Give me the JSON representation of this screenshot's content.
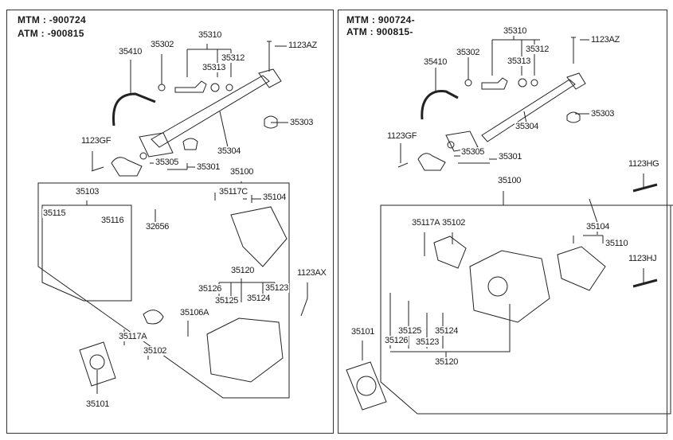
{
  "left_panel": {
    "mtm": "MTM : -900724",
    "atm": "ATM : -900815",
    "parts": {
      "p35410": "35410",
      "p35302": "35302",
      "p35310": "35310",
      "p35312": "35312",
      "p35313": "35313",
      "p1123AZ": "1123AZ",
      "p35303": "35303",
      "p1123GF": "1123GF",
      "p35304": "35304",
      "p35305": "35305",
      "p35301": "35301",
      "p35100": "35100",
      "p35103": "35103",
      "p35117C": "35117C",
      "p35104": "35104",
      "p35115": "35115",
      "p35116": "35116",
      "p32656": "32656",
      "p35120": "35120",
      "p1123AX": "1123AX",
      "p35126": "35126",
      "p35123": "35123",
      "p35125": "35125",
      "p35124": "35124",
      "p35106A": "35106A",
      "p35117A": "35117A",
      "p35102": "35102",
      "p35101": "35101"
    }
  },
  "right_panel": {
    "mtm": "MTM : 900724-",
    "atm": "ATM : 900815-",
    "parts": {
      "p35310": "35310",
      "p1123AZ": "1123AZ",
      "p35302": "35302",
      "p35312": "35312",
      "p35410": "35410",
      "p35313": "35313",
      "p35303": "35303",
      "p35304": "35304",
      "p1123GF": "1123GF",
      "p35305": "35305",
      "p35301": "35301",
      "p1123HG": "1123HG",
      "p35100": "35100",
      "p35117A": "35117A",
      "p35102": "35102",
      "p35104": "35104",
      "p35110": "35110",
      "p1123HJ": "1123HJ",
      "p35101": "35101",
      "p35125": "35125",
      "p35124": "35124",
      "p35126": "35126",
      "p35123": "35123",
      "p35120": "35120"
    }
  }
}
